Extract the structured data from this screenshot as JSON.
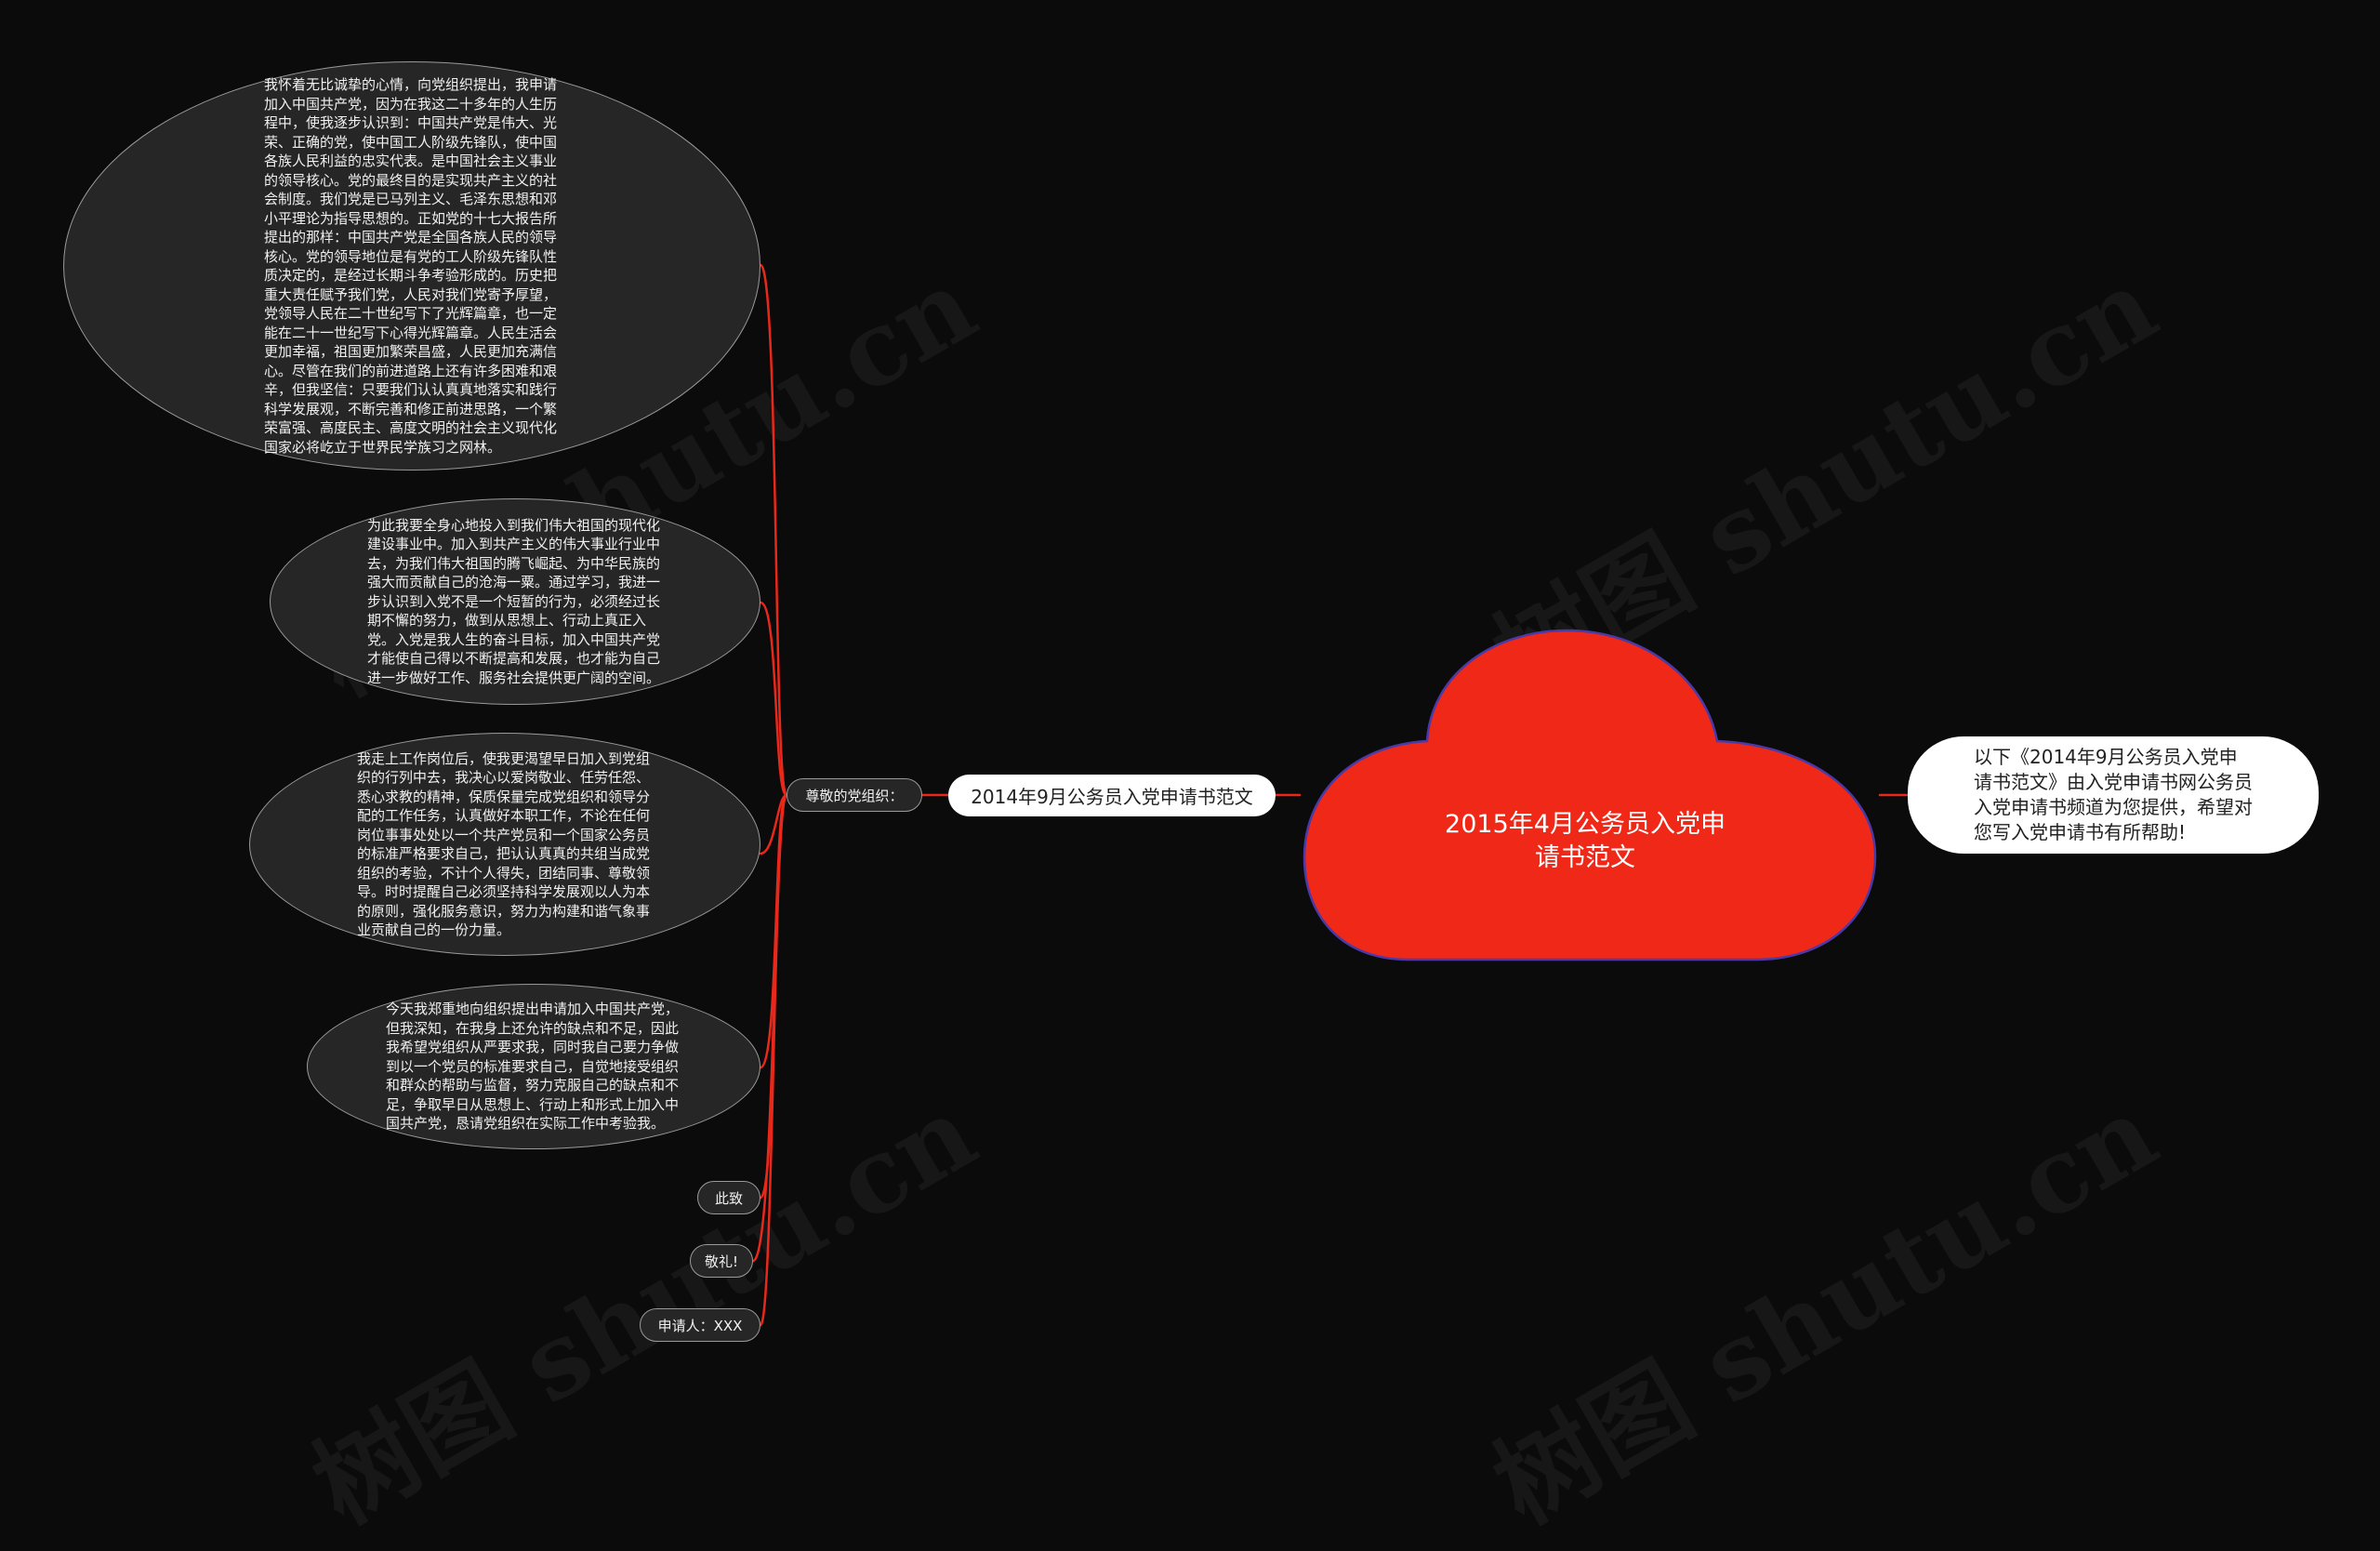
{
  "central": {
    "title": "2015年4月公务员入党申请书范文",
    "color": "#f02817"
  },
  "subtopic": {
    "title": "2014年9月公务员入党申请书范文"
  },
  "info": {
    "text": "以下《2014年9月公务员入党申请书范文》由入党申请书网公务员入党申请书频道为您提供，希望对您写入党申请书有所帮助!"
  },
  "salutation": {
    "label": "尊敬的党组织："
  },
  "paragraphs": [
    "我怀着无比诚挚的心情，向党组织提出，我申请加入中国共产党，因为在我这二十多年的人生历程中，使我逐步认识到：中国共产党是伟大、光荣、正确的党，使中国工人阶级先锋队，使中国各族人民利益的忠实代表。是中国社会主义事业的领导核心。党的最终目的是实现共产主义的社会制度。我们党是已马列主义、毛泽东思想和邓小平理论为指导思想的。正如党的十七大报告所提出的那样：中国共产党是全国各族人民的领导核心。党的领导地位是有党的工人阶级先锋队性质决定的，是经过长期斗争考验形成的。历史把重大责任赋予我们党，人民对我们党寄予厚望，党领导人民在二十世纪写下了光辉篇章，也一定能在二十一世纪写下心得光辉篇章。人民生活会更加幸福，祖国更加繁荣昌盛，人民更加充满信心。尽管在我们的前进道路上还有许多困难和艰辛，但我坚信：只要我们认认真真地落实和践行科学发展观，不断完善和修正前进思路，一个繁荣富强、高度民主、高度文明的社会主义现代化国家必将屹立于世界民学族习之网林。",
    "为此我要全身心地投入到我们伟大祖国的现代化建设事业中。加入到共产主义的伟大事业行业中去，为我们伟大祖国的腾飞崛起、为中华民族的强大而贡献自己的沧海一粟。通过学习，我进一步认识到入党不是一个短暂的行为，必须经过长期不懈的努力，做到从思想上、行动上真正入党。入党是我人生的奋斗目标，加入中国共产党才能使自己得以不断提高和发展，也才能为自己进一步做好工作、服务社会提供更广阔的空间。",
    "我走上工作岗位后，使我更渴望早日加入到党组织的行列中去，我决心以爱岗敬业、任劳任怨、悉心求教的精神，保质保量完成党组织和领导分配的工作任务，认真做好本职工作，不论在任何岗位事事处处以一个共产党员和一个国家公务员的标准严格要求自己，把认认真真的共组当成党组织的考验，不计个人得失，团结同事、尊敬领导。时时提醒自己必须坚持科学发展观以人为本的原则，强化服务意识，努力为构建和谐气象事业贡献自己的一份力量。",
    "今天我郑重地向组织提出申请加入中国共产党，但我深知，在我身上还允许的缺点和不足，因此我希望党组织从严要求我，同时我自己要力争做到以一个党员的标准要求自己，自觉地接受组织和群众的帮助与监督，努力克服自己的缺点和不足，争取早日从思想上、行动上和形式上加入中国共产党，恳请党组织在实际工作中考验我。"
  ],
  "closings": [
    "此致",
    "敬礼!",
    "申请人：XXX"
  ],
  "watermark": "树图 shutu.cn",
  "colors": {
    "background": "#0b0b0b",
    "link": "#e8281a",
    "node_fill": "#262626",
    "node_border": "#9a9a9a"
  }
}
